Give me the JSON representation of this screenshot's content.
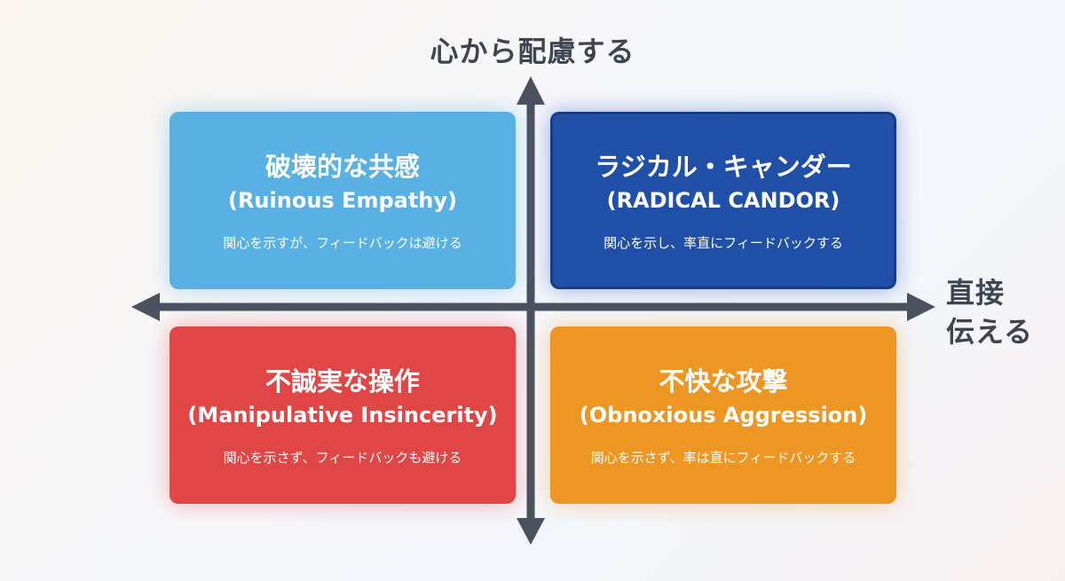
{
  "axes": {
    "y_label": "心から配慮する",
    "x_label_line1": "直接",
    "x_label_line2": "伝える",
    "color": "#4a5260"
  },
  "quadrants": {
    "top_left": {
      "title": "破壊的な共感",
      "subtitle": "(Ruinous Empathy)",
      "description": "関心を示すが、フィードバックは避ける",
      "color": "#59b0e2"
    },
    "top_right": {
      "title": "ラジカル・キャンダー",
      "subtitle": "(RADICAL CANDOR)",
      "description": "関心を示し、率直にフィードバックする",
      "color": "#1f4fa6"
    },
    "bottom_left": {
      "title": "不誠実な操作",
      "subtitle": "(Manipulative Insincerity)",
      "description": "関心を示さず、フィードバックも避ける",
      "color": "#e04646"
    },
    "bottom_right": {
      "title": "不快な攻撃",
      "subtitle": "(Obnoxious Aggression)",
      "description": "関心を示さず、率は直にフィードバックする",
      "color": "#ee9624"
    }
  }
}
